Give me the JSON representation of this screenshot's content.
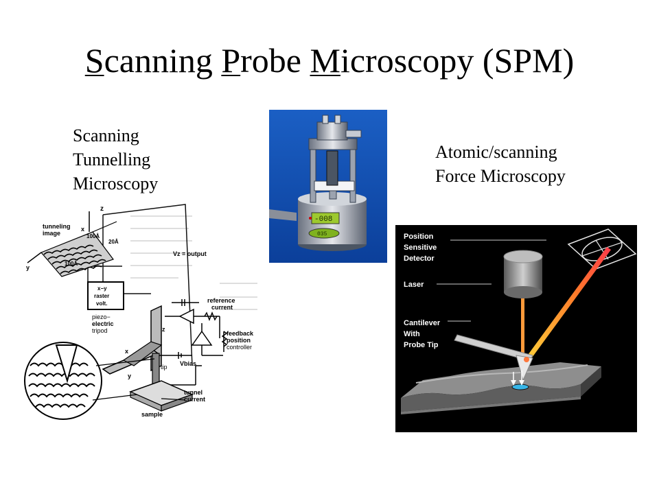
{
  "title": {
    "part1_initial": "S",
    "part1_rest": "canning ",
    "part2_initial": "P",
    "part2_rest": "robe ",
    "part3_initial": "M",
    "part3_rest": "icroscopy (SPM)"
  },
  "stm_label": {
    "line1": "Scanning",
    "line2": "Tunnelling",
    "line3": "Microscopy"
  },
  "afm_label": {
    "line1": "Atomic/scanning",
    "line2": "Force Microscopy"
  },
  "stm_figure": {
    "tunneling_image_line1": "tunneling",
    "tunneling_image_line2": "image",
    "axis_z": "z",
    "axis_x": "x",
    "axis_y": "y",
    "scale_100a_top": "100Å",
    "scale_20a": "20Å",
    "scale_100a_bottom": "100Å",
    "vz_output": "Vz = output",
    "raster_line1": "x−y",
    "raster_line2": "raster",
    "raster_line3": "volt.",
    "piezo_line1": "piezo−",
    "piezo_line2": "electric",
    "piezo_line3": "tripod",
    "reference_line1": "reference",
    "reference_line2": "current",
    "feedback_line1": "feedback",
    "feedback_line2": "position",
    "feedback_line3": "controller",
    "vbias": "Vbias",
    "tip": "tip",
    "tunnel_line1": "tunnel",
    "tunnel_line2": "current",
    "sample": "sample",
    "tripod_x": "x",
    "tripod_y": "y",
    "tripod_z": "z"
  },
  "photo": {
    "display_top": "-008",
    "display_bottom": "035"
  },
  "afm_figure": {
    "psd_line1": "Position",
    "psd_line2": "Sensitive",
    "psd_line3": "Detector",
    "laser": "Laser",
    "cantilever_line1": "Cantilever",
    "cantilever_line2": "With",
    "cantilever_line3": "Probe Tip"
  }
}
